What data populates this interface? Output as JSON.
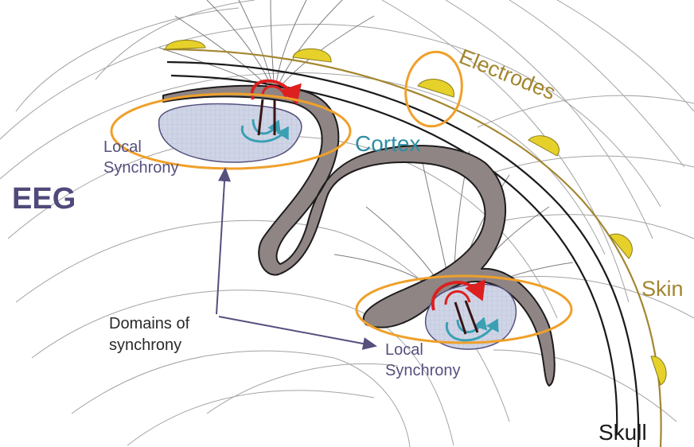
{
  "labels": {
    "eeg": "EEG",
    "electrodes": "Electrodes",
    "cortex": "Cortex",
    "skin": "Skin",
    "skull": "Skull",
    "local_synchrony_top_line1": "Local",
    "local_synchrony_top_line2": "Synchrony",
    "domains_line1": "Domains of",
    "domains_line2": "synchrony",
    "local_synchrony_bottom_line1": "Local",
    "local_synchrony_bottom_line2": "Synchrony"
  },
  "colors": {
    "eeg_text": "#4f4a7a",
    "electrodes_text": "#a3862f",
    "cortex_text": "#2f8ea3",
    "skin_text": "#a3862f",
    "skull_text": "#1a1a1a",
    "local_text": "#55507e",
    "domains_text": "#2a2a2a",
    "highlight_ellipse": "#efa02a",
    "electrode_fill": "#e6d12b",
    "skin_line": "#a3862f",
    "skull_line": "#1a1a1a",
    "cortex_fill": "#8f8585",
    "synchrony_region": "#c9d0e3",
    "current_loop_outer": "#dd1f1f",
    "current_loop_inner": "#3aa0b4",
    "pointer_arrow": "#55507e"
  }
}
